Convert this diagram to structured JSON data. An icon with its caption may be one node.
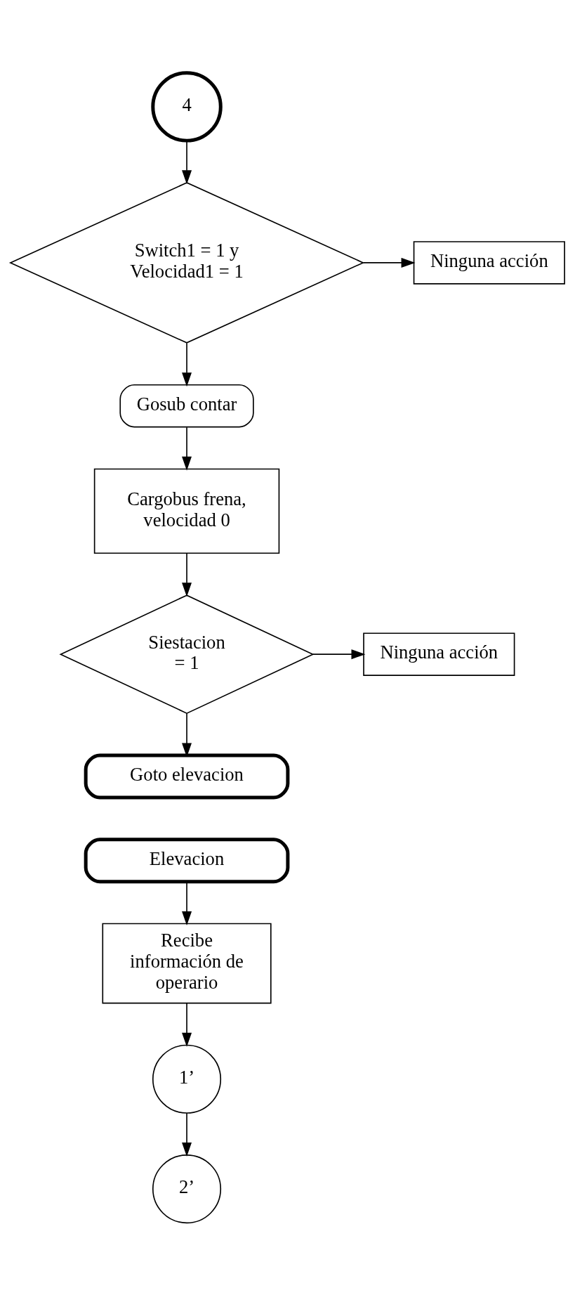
{
  "diagram": {
    "nodes": [
      {
        "text": [
          "4"
        ]
      },
      {
        "text": [
          "Switch1 = 1 y Velocidad1 = 1"
        ]
      },
      {
        "text": [
          "Ninguna acción"
        ]
      },
      {
        "text": [
          "Gosub contar"
        ]
      },
      {
        "text": [
          "Cargobus frena, velocidad 0"
        ]
      },
      {
        "text": [
          "Siestacion = 1"
        ]
      },
      {
        "text": [
          "Ninguna acción"
        ]
      },
      {
        "text": [
          "Goto elevacion"
        ]
      },
      {
        "text": [
          "Elevacion"
        ]
      },
      {
        "text": [
          "Recibe información de operario"
        ]
      },
      {
        "text": [
          "1’"
        ]
      },
      {
        "text": [
          "2’"
        ]
      }
    ],
    "edges": [
      {
        "from": 0,
        "to": 1,
        "arrow": "to"
      },
      {
        "from": 1,
        "to": 2,
        "arrow": "to"
      },
      {
        "from": 1,
        "to": 3,
        "arrow": "to"
      },
      {
        "from": 3,
        "to": 4,
        "arrow": "to"
      },
      {
        "from": 4,
        "to": 5,
        "arrow": "to"
      },
      {
        "from": 5,
        "to": 6,
        "arrow": "to"
      },
      {
        "from": 5,
        "to": 7,
        "arrow": "to"
      },
      {
        "from": 8,
        "to": 9,
        "arrow": "to"
      },
      {
        "from": 9,
        "to": 10,
        "arrow": "to"
      },
      {
        "from": 10,
        "to": 11,
        "arrow": "to"
      }
    ]
  }
}
